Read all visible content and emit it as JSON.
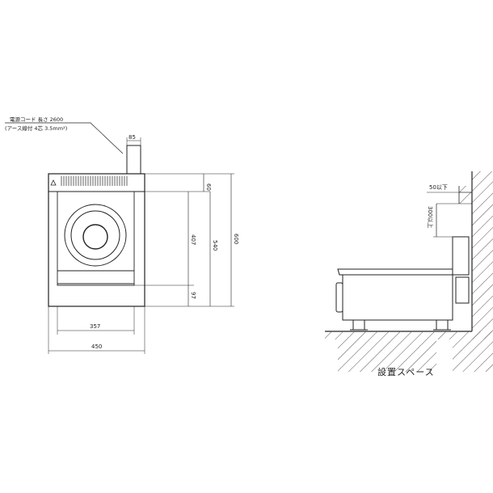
{
  "plan_view": {
    "cord_note_line1": "電源コード 長さ 2600",
    "cord_note_line2": "(アース線付 4芯 3.5mm²)",
    "dims": {
      "cord_width": "85",
      "top_margin": "60",
      "zone_depth": "407",
      "inner_depth": "540",
      "total_depth": "600",
      "front_depth": "97",
      "inner_width": "357",
      "total_width": "450"
    }
  },
  "side_view": {
    "dims": {
      "rear_clearance": "50以下",
      "top_clearance": "300以上"
    },
    "caption": "設置スペース"
  },
  "colors": {
    "line": "#222222",
    "hatch": "#555555",
    "background": "#ffffff"
  }
}
